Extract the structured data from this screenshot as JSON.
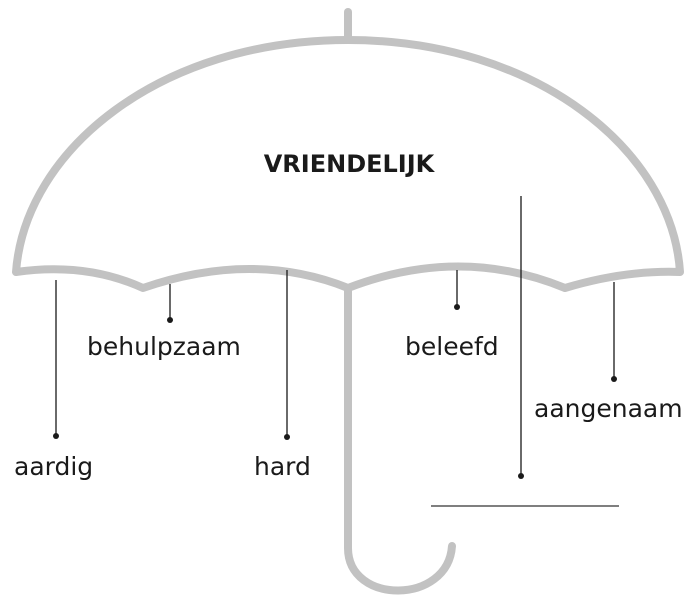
{
  "diagram": {
    "title": "VRIENDELIJK",
    "words": {
      "aardig": "aardig",
      "behulpzaam": "behulpzaam",
      "hard": "hard",
      "beleefd": "beleefd",
      "aangenaam": "aangenaam"
    },
    "answer_blank": ""
  }
}
